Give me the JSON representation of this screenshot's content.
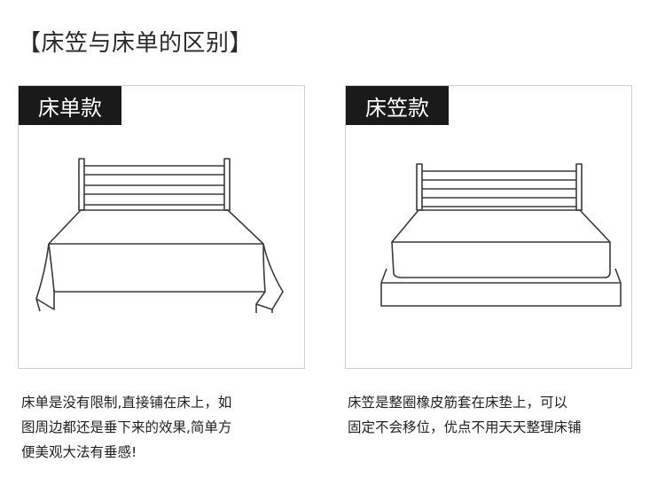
{
  "title": "【床笠与床单的区别】",
  "panels": {
    "sheet": {
      "label": "床单款",
      "description": [
        "床单是没有限制,直接铺在床上，如",
        "图周边都还是垂下来的效果,简单方",
        "便美观大法有垂感!"
      ]
    },
    "fitted": {
      "label": "床笠款",
      "description": [
        "床笠是整圈橡皮筋套在床垫上，可以",
        "固定不会移位，优点不用天天整理床铺"
      ]
    }
  },
  "colors": {
    "tag_bg": "#1a1a1a",
    "border": "#cfcfcf",
    "line": "#3a3a3a"
  },
  "icons": [
    "bed-with-flat-sheet-icon",
    "bed-with-fitted-sheet-icon"
  ]
}
